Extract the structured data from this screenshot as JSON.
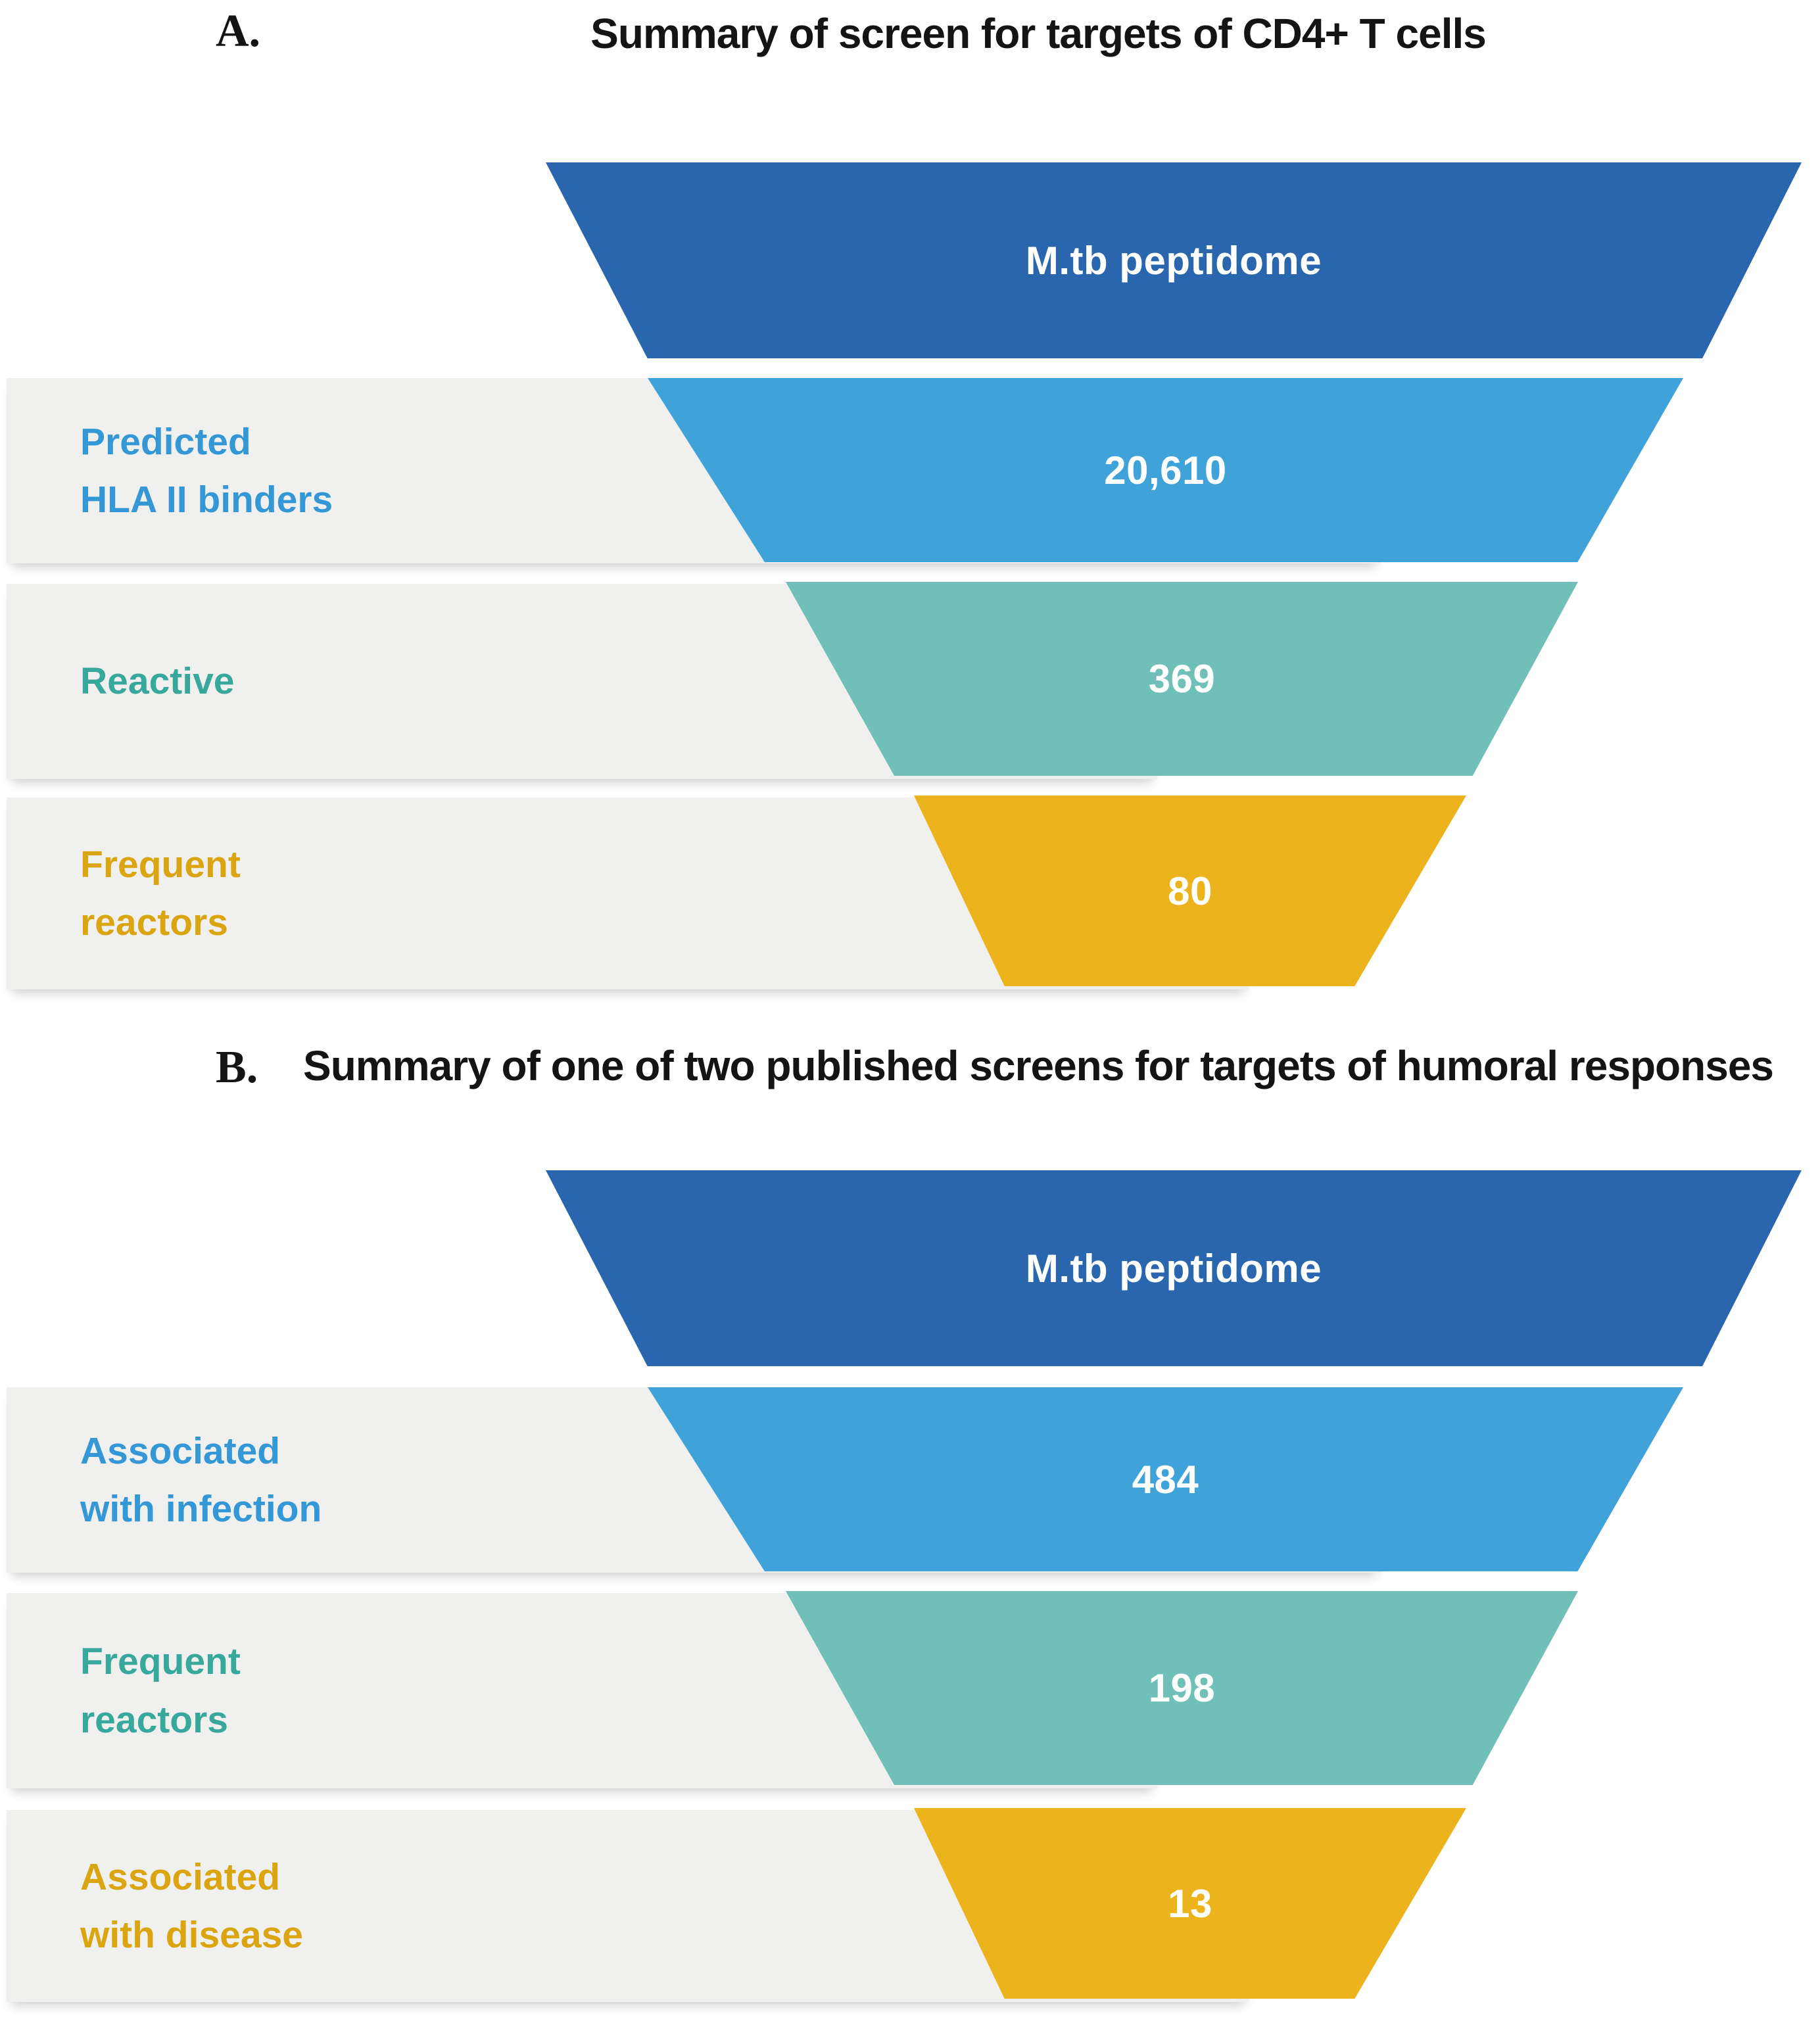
{
  "style": {
    "background": "#ffffff",
    "band_color": "#f0f0ef",
    "title_color": "#141414",
    "value_text_color": "#ffffff"
  },
  "chart_data": [
    {
      "type": "funnel",
      "panel_label": "A.",
      "title": "Summary of screen for targets of CD4+ T cells",
      "funnel_top_label": "M.tb peptidome",
      "funnel_top_color": "#2a66ae",
      "stages": [
        {
          "label": "Predicted HLA II binders",
          "label_lines": [
            "Predicted",
            "HLA II binders"
          ],
          "value": 20610,
          "value_display": "20,610",
          "bar_color": "#3fa3da",
          "label_color": "#3598d6"
        },
        {
          "label": "Reactive",
          "label_lines": [
            "Reactive"
          ],
          "value": 369,
          "value_display": "369",
          "bar_color": "#70bfb8",
          "label_color": "#38a89d"
        },
        {
          "label": "Frequent reactors",
          "label_lines": [
            "Frequent",
            "reactors"
          ],
          "value": 80,
          "value_display": "80",
          "bar_color": "#ecb31c",
          "label_color": "#dba512"
        }
      ]
    },
    {
      "type": "funnel",
      "panel_label": "B.",
      "title": "Summary of one of two published screens for targets of humoral responses",
      "funnel_top_label": "M.tb peptidome",
      "funnel_top_color": "#2a66ae",
      "stages": [
        {
          "label": "Associated with infection",
          "label_lines": [
            "Associated",
            "with infection"
          ],
          "value": 484,
          "value_display": "484",
          "bar_color": "#3fa3da",
          "label_color": "#3598d6"
        },
        {
          "label": "Frequent reactors",
          "label_lines": [
            "Frequent",
            "reactors"
          ],
          "value": 198,
          "value_display": "198",
          "bar_color": "#70bfb8",
          "label_color": "#38a89d"
        },
        {
          "label": "Associated with disease",
          "label_lines": [
            "Associated",
            "with disease"
          ],
          "value": 13,
          "value_display": "13",
          "bar_color": "#ecb31c",
          "label_color": "#dba512"
        }
      ]
    }
  ]
}
